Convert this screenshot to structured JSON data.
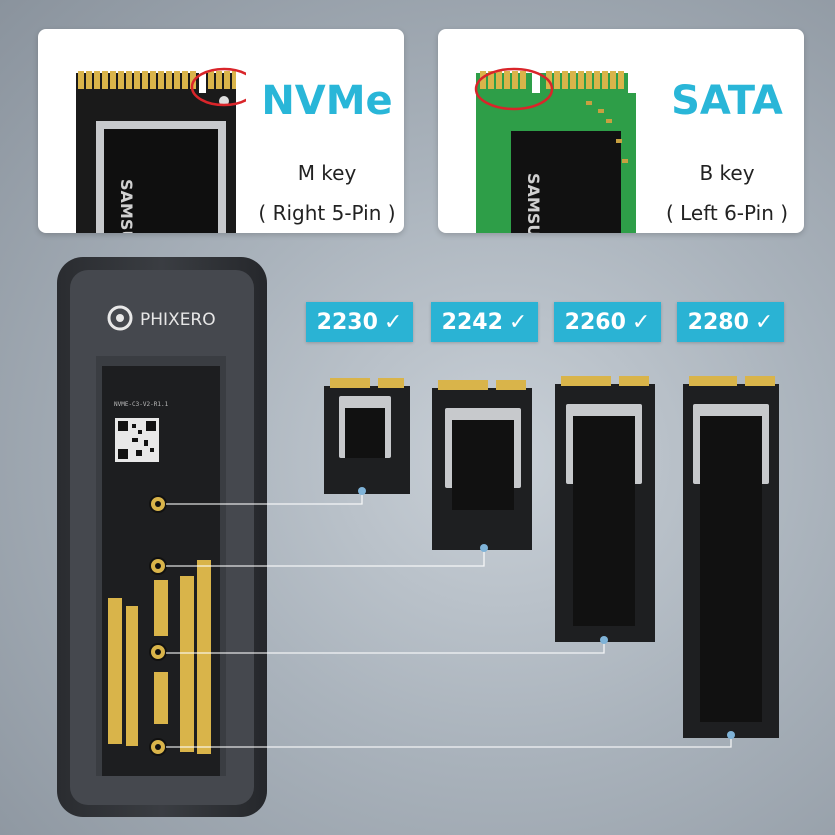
{
  "nvme_card": {
    "title": "NVMe",
    "key": "M key",
    "pins": "( Right 5-Pin )",
    "chip_brand": "SAMSUNG"
  },
  "sata_card": {
    "title": "SATA",
    "key": "B key",
    "pins": "( Left 6-Pin )",
    "chip_brand": "SAMSUNG"
  },
  "enclosure": {
    "brand": "PHIXERO",
    "board_label": "NVME-C3-V2-R1.1"
  },
  "sizes": [
    {
      "label": "2230",
      "check": "✓"
    },
    {
      "label": "2242",
      "check": "✓"
    },
    {
      "label": "2260",
      "check": "✓"
    },
    {
      "label": "2280",
      "check": "✓"
    }
  ],
  "colors": {
    "accent": "#29b6d8",
    "highlight_circle": "#d9252a",
    "gold": "#d9b44a",
    "pcb_dark": "#1c1c1c",
    "pcb_green": "#2e9e48"
  }
}
